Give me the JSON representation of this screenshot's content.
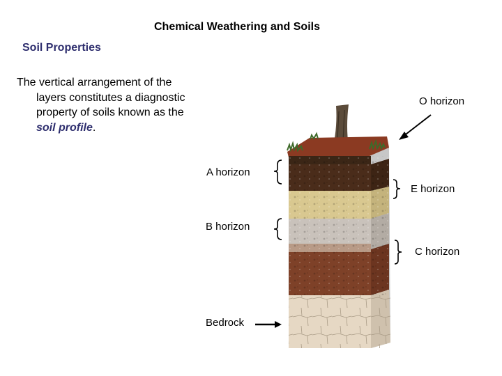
{
  "slide": {
    "title": "Chemical Weathering and Soils",
    "subtitle": "Soil Properties",
    "body_text": "The vertical arrangement of the layers constitutes a diagnostic property of soils known as the ",
    "body_emphasis": "soil profile",
    "body_end": "."
  },
  "diagram": {
    "labels": {
      "o_horizon": "O horizon",
      "a_horizon": "A horizon",
      "e_horizon": "E horizon",
      "b_horizon": "B horizon",
      "c_horizon": "C horizon",
      "bedrock": "Bedrock"
    },
    "layer_colors": {
      "organic": "#3b2616",
      "topsoil": "#4a2c1a",
      "eluviation": "#d9c890",
      "subsoil": "#c9c2bb",
      "clay": "#7e4128",
      "rock": "#e6d8c4"
    }
  }
}
